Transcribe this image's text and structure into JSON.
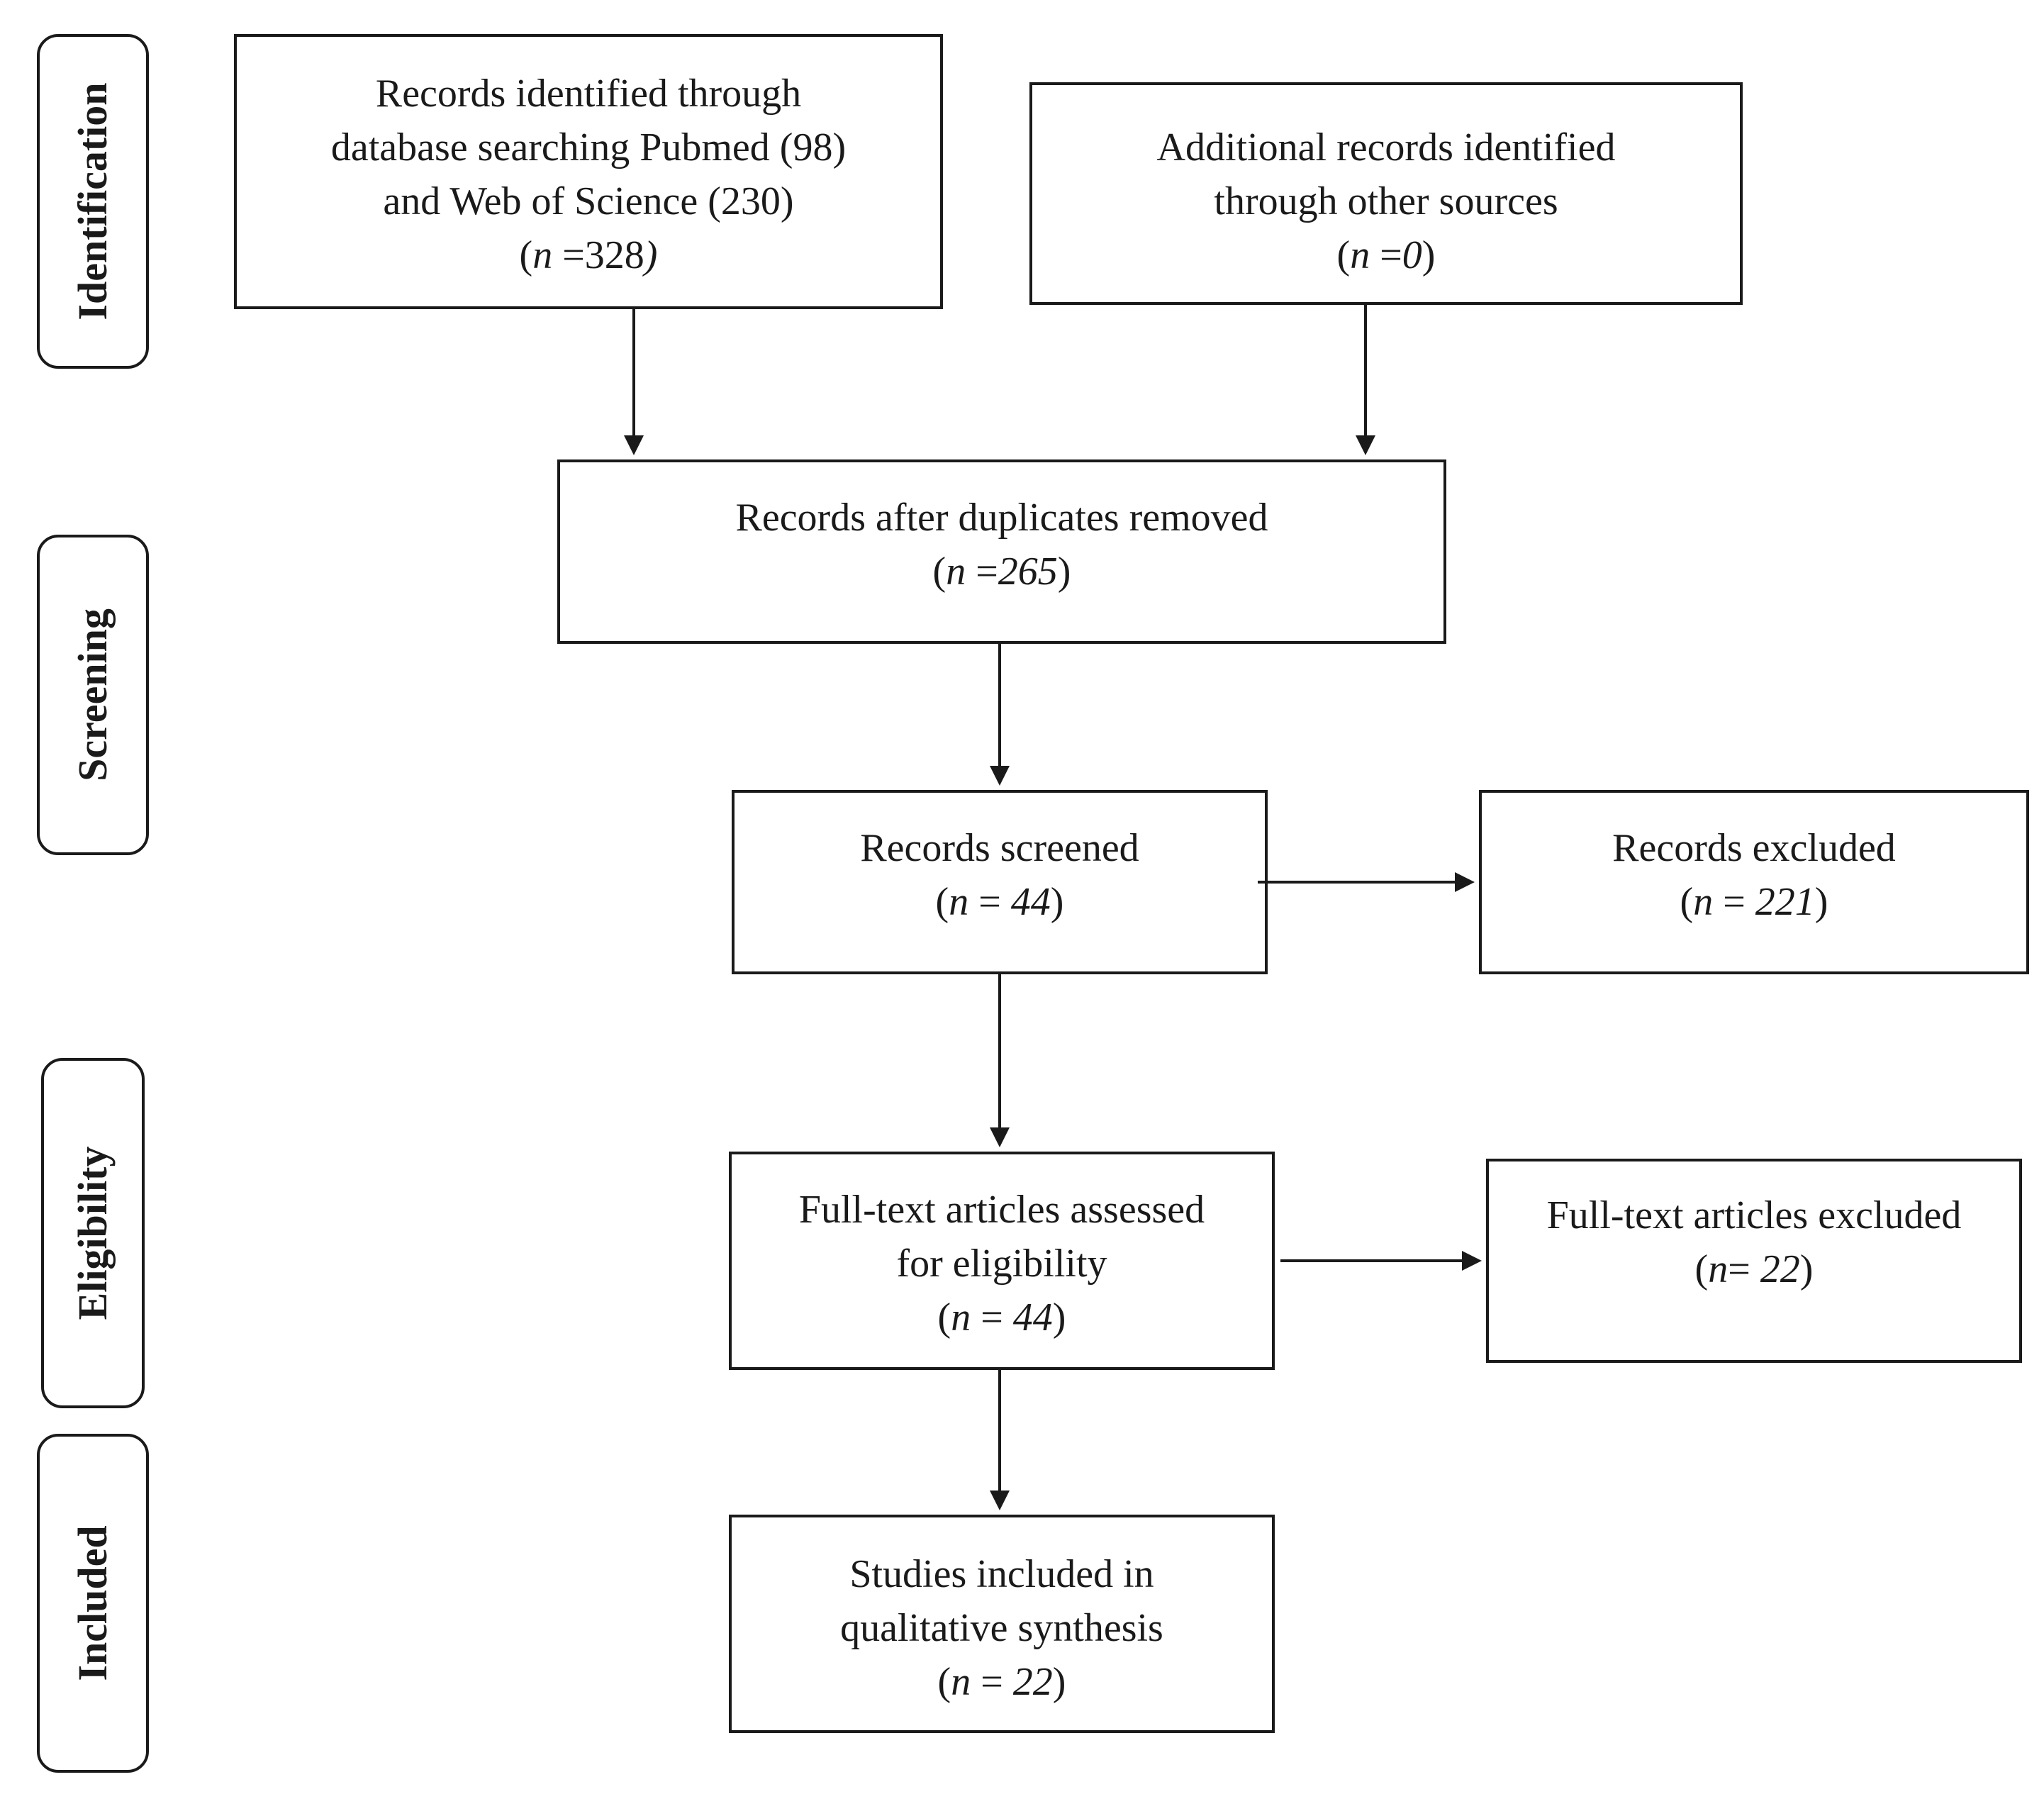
{
  "stages": {
    "identification": "Identification",
    "screening": "Screening",
    "eligibility": "Eligibility",
    "included": "Included"
  },
  "boxes": {
    "database_search": {
      "lines": [
        "Records identified  through",
        "database  searching  Pubmed (98)",
        "and Web of Science  (230)"
      ],
      "n_prefix": "(",
      "n_var": "n",
      "n_eq": " =328",
      "n_close": ")"
    },
    "other_sources": {
      "lines": [
        "Additional  records  identified",
        "through  other  sources"
      ],
      "n_prefix": "(",
      "n_var": "n",
      "n_eq": " =",
      "n_val": "0",
      "n_close": ")"
    },
    "duplicates_removed": {
      "lines": [
        "Records  after  duplicates  removed"
      ],
      "n_prefix": "(",
      "n_var": "n",
      "n_eq": " =",
      "n_val": "265",
      "n_close": ")"
    },
    "records_screened": {
      "lines": [
        "Records  screened"
      ],
      "n_prefix": "(",
      "n_var": "n",
      "n_eq": " = ",
      "n_val": "44",
      "n_close": ")"
    },
    "records_excluded": {
      "lines": [
        "Records  excluded"
      ],
      "n_prefix": "(",
      "n_var": "n",
      "n_eq": " = ",
      "n_val": "221",
      "n_close": ")"
    },
    "fulltext_assessed": {
      "lines": [
        "Full-text  articles  assessed",
        "for eligibility"
      ],
      "n_prefix": "(",
      "n_var": "n",
      "n_eq": " = ",
      "n_val": "44",
      "n_close": ")"
    },
    "fulltext_excluded": {
      "lines": [
        "Full-text  articles  excluded"
      ],
      "n_prefix": "(",
      "n_var": "n",
      "n_eq": "= ",
      "n_val": "22",
      "n_close": ")"
    },
    "studies_included": {
      "lines": [
        "Studies  included  in",
        "qualitative  synthesis"
      ],
      "n_prefix": "(",
      "n_var": "n",
      "n_eq": " = ",
      "n_val": "22",
      "n_close": ")"
    }
  },
  "colors": {
    "stroke": "#1a1a1a",
    "background": "#ffffff"
  }
}
